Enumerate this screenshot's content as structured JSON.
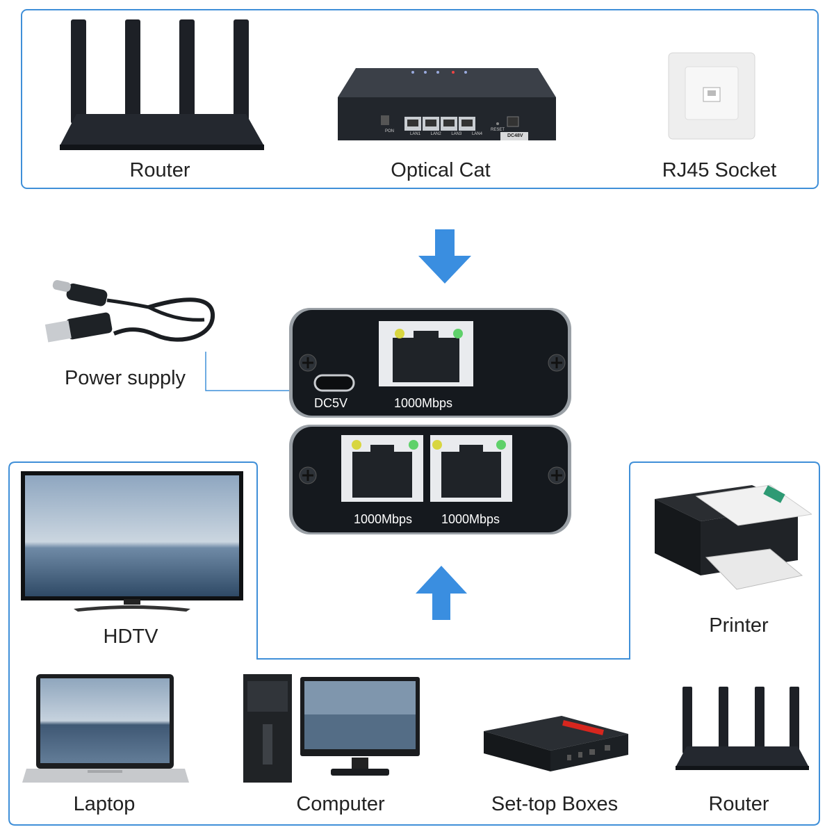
{
  "colors": {
    "frame": "#3f8fd8",
    "arrow": "#3a8ee0",
    "device_body": "#161a1f"
  },
  "sources": {
    "router_label": "Router",
    "optical_cat_label": "Optical Cat",
    "rj45_socket_label": "RJ45 Socket"
  },
  "optical_cat": {
    "pon": "PON",
    "lan_ports": [
      "LAN1",
      "LAN2",
      "LAN3",
      "LAN4"
    ],
    "reset": "RESET",
    "dc": "DC48V"
  },
  "power": {
    "label": "Power supply"
  },
  "splitter_top": {
    "power_port": "DC5V",
    "port_speed": "1000Mbps"
  },
  "splitter_bottom": {
    "port1_speed": "1000Mbps",
    "port2_speed": "1000Mbps"
  },
  "outputs": {
    "hdtv_label": "HDTV",
    "printer_label": "Printer",
    "laptop_label": "Laptop",
    "computer_label": "Computer",
    "settop_label": "Set-top Boxes",
    "router_label": "Router"
  }
}
